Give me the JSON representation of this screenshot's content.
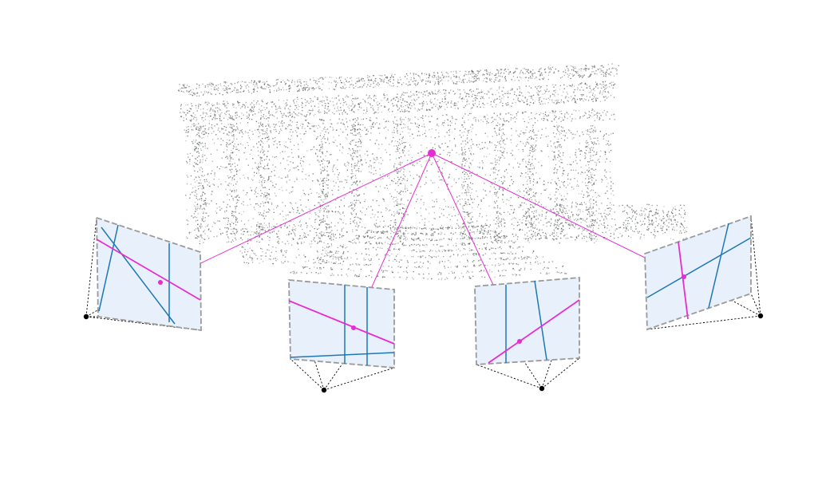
{
  "figure": {
    "colors": {
      "background": "#ffffff",
      "point_cloud": "#5f6660",
      "projection_ray": "#e62dd2",
      "image_line": "#e62dd2",
      "matched_line": "#1e77b4",
      "image_plane_fill": "#e8f1fb",
      "image_plane_border": "#9a9a9a",
      "camera_center": "#000000",
      "frustum_edge": "#000000"
    },
    "elements": {
      "scene": "point-cloud-building",
      "world_point": "3d-point",
      "cameras": [
        "camera-1",
        "camera-2",
        "camera-3",
        "camera-4"
      ]
    }
  }
}
